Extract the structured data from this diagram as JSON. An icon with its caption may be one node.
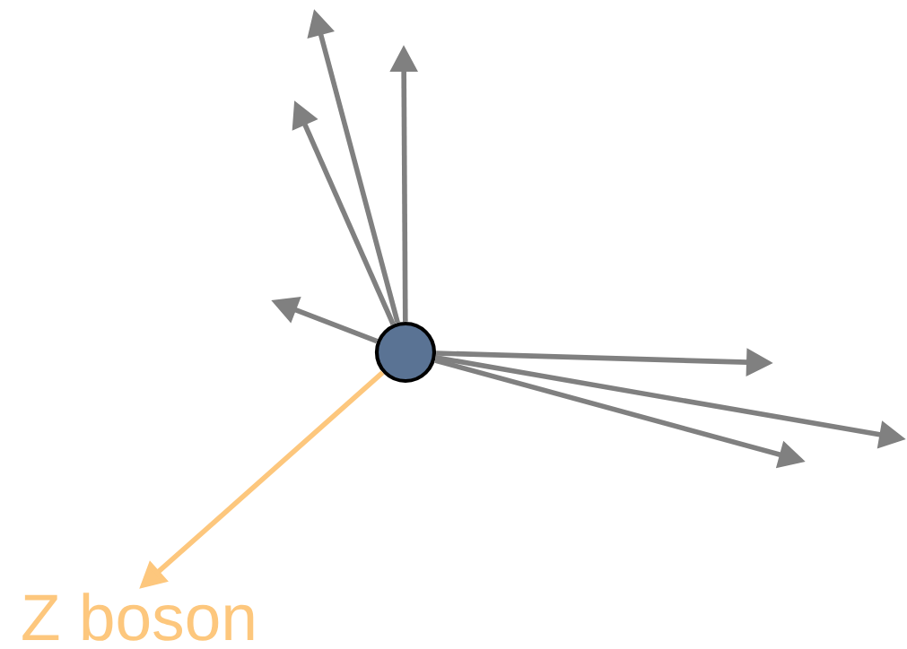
{
  "diagram": {
    "nodes": [
      {
        "text": [],
        "shape": "circle"
      },
      {
        "text": [
          "Z boson"
        ]
      }
    ],
    "edges": [
      {
        "from": 0,
        "to": null,
        "arrow": "to"
      },
      {
        "from": 0,
        "to": null,
        "arrow": "to"
      },
      {
        "from": 0,
        "to": null,
        "arrow": "to"
      },
      {
        "from": 0,
        "to": null,
        "arrow": "to"
      },
      {
        "from": 0,
        "to": null,
        "arrow": "to"
      },
      {
        "from": 0,
        "to": null,
        "arrow": "to"
      },
      {
        "from": 0,
        "to": null,
        "arrow": "to"
      },
      {
        "from": 0,
        "to": 1,
        "arrow": "to",
        "color": "#fdc77d"
      }
    ]
  }
}
